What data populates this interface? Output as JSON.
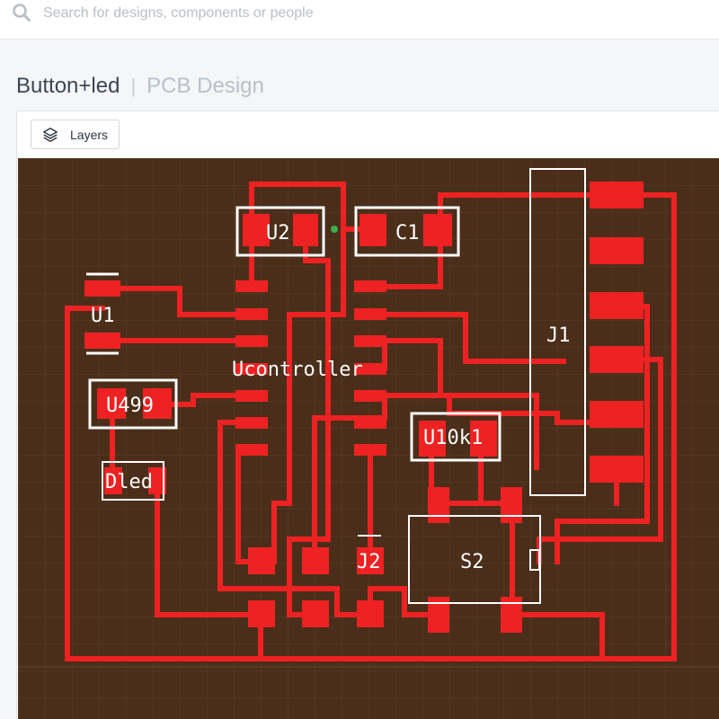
{
  "search": {
    "placeholder": "Search for designs, components or people"
  },
  "header": {
    "design_name": "Button+led",
    "separator": "|",
    "design_type": "PCB Design"
  },
  "toolbar": {
    "layers_label": "Layers"
  },
  "pcb": {
    "components": {
      "u2": "U2",
      "c1": "C1",
      "u1": "U1",
      "ucontroller": "Ucontroller",
      "u499": "U499",
      "dled": "Dled",
      "u10k1": "U10k1",
      "j1": "J1",
      "j2": "J2",
      "s2": "S2"
    }
  },
  "colors": {
    "board": "#4a2e1a",
    "copper": "#ee2222",
    "silkscreen": "#ffffff",
    "grid": "#5a3d28",
    "via": "#3fae49"
  },
  "icons": {
    "search": "search-icon",
    "layers": "layers-icon"
  }
}
